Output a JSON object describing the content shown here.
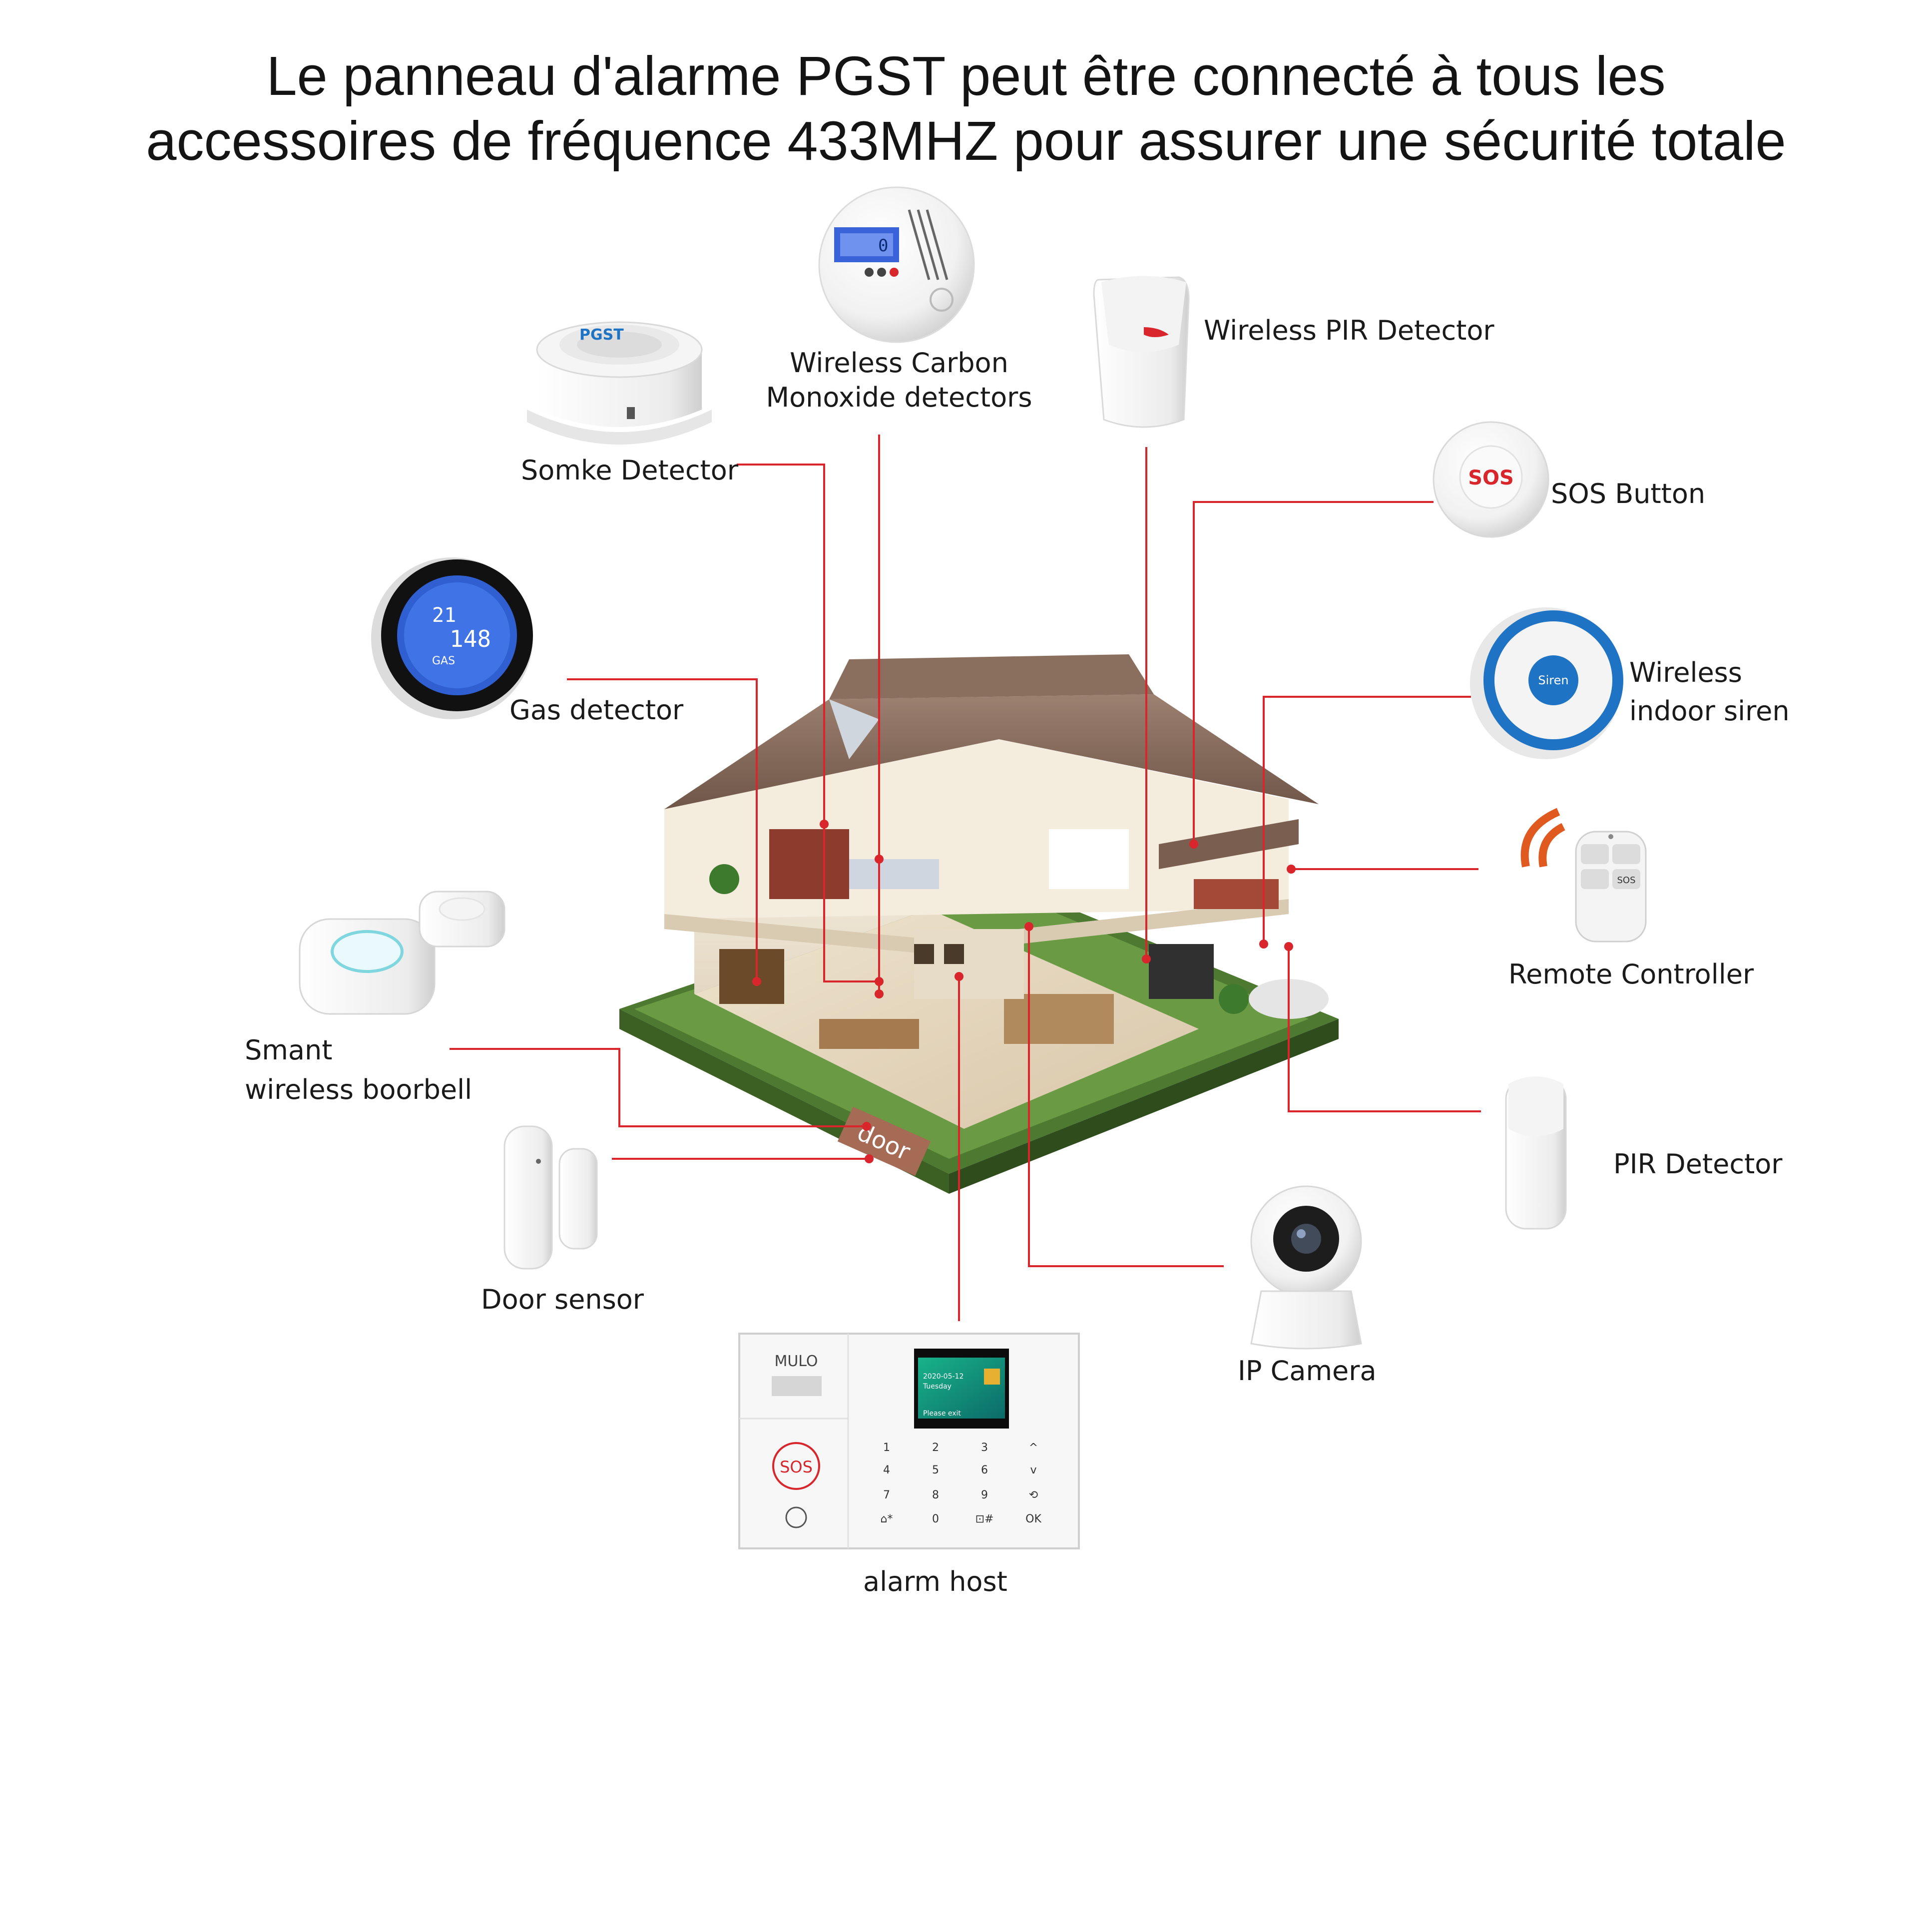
{
  "title": {
    "line1": "Le panneau d'alarme PGST peut être connecté à tous les",
    "line2": "accessoires de fréquence 433MHZ pour assurer une sécurité totale"
  },
  "labels": {
    "co_detector": [
      "Wireless Carbon",
      "Monoxide detectors"
    ],
    "wireless_pir": "Wireless PIR Detector",
    "smoke_detector": "Somke Detector",
    "sos_button": "SOS Button",
    "gas_detector": "Gas detector",
    "indoor_siren": [
      "Wireless",
      "indoor siren"
    ],
    "remote_controller": "Remote Controller",
    "doorbell": [
      "Smant",
      "wireless boorbell"
    ],
    "pir_detector": "PIR Detector",
    "door_sensor": "Door sensor",
    "ip_camera": "IP Camera",
    "alarm_host": "alarm host"
  },
  "device_text": {
    "sos_button_face": "SOS",
    "siren_face": "Siren",
    "gas_display_temp": "21",
    "gas_display_value": "148",
    "gas_display_label": "GAS",
    "co_display": "0",
    "smoke_brand": "PGST",
    "house_door": "door",
    "host_brand": "MULO",
    "host_sos": "SOS",
    "host_screen_date": "2020-05-12",
    "host_screen_day": "Tuesday",
    "host_screen_msg": "Please exit",
    "remote_sos": "SOS",
    "keypad": [
      "1",
      "2",
      "3",
      "^",
      "4",
      "5",
      "6",
      "v",
      "7",
      "8",
      "9",
      "⟲",
      "⌂*",
      "0",
      "⊡#",
      "OK"
    ]
  },
  "colors": {
    "leader_line": "#d8262c",
    "roof": "#8a6e5e",
    "grass": "#5b8a3a",
    "siren_blue": "#1f73c4",
    "sos_red": "#d8262c",
    "gas_screen": "#2f5fd0",
    "host_screen": "#17a37a"
  }
}
